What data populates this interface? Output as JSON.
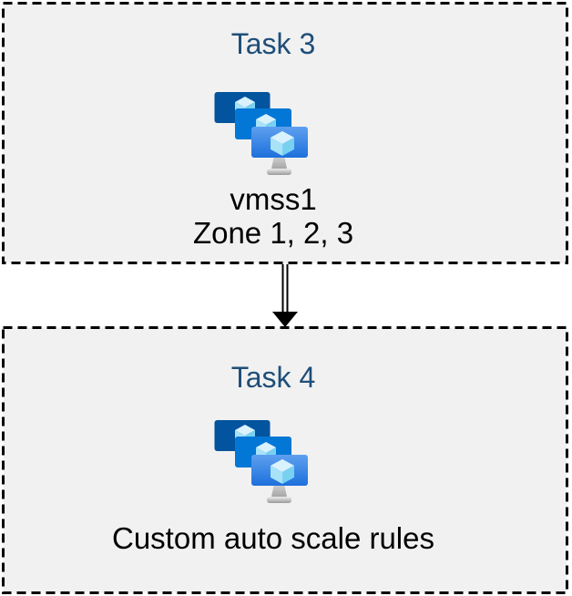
{
  "boxes": [
    {
      "title": "Task 3",
      "caption_lines": [
        "vmss1",
        "Zone 1, 2, 3"
      ],
      "icon": "vmss-icon"
    },
    {
      "title": "Task 4",
      "caption_lines": [
        "Custom auto scale rules"
      ],
      "icon": "vmss-icon"
    }
  ],
  "connector": {
    "shape": "double-line-arrow",
    "direction": "down"
  },
  "colors": {
    "page_background": "#ffffff",
    "box_fill": "#f1f1f1",
    "box_border": "#000000",
    "title_text": "#1f4e79",
    "caption_text": "#000000",
    "icon_back_screen": "#01549d",
    "icon_middle_screen": "#0377d6",
    "icon_front_screen_top": "#5ea0ef",
    "icon_front_screen_bottom": "#1d70dc",
    "icon_cube_top": "#d9f2fd",
    "icon_cube_left": "#a8e2f9",
    "icon_cube_right": "#79d1f2",
    "icon_stand": "#bdbdbd"
  }
}
